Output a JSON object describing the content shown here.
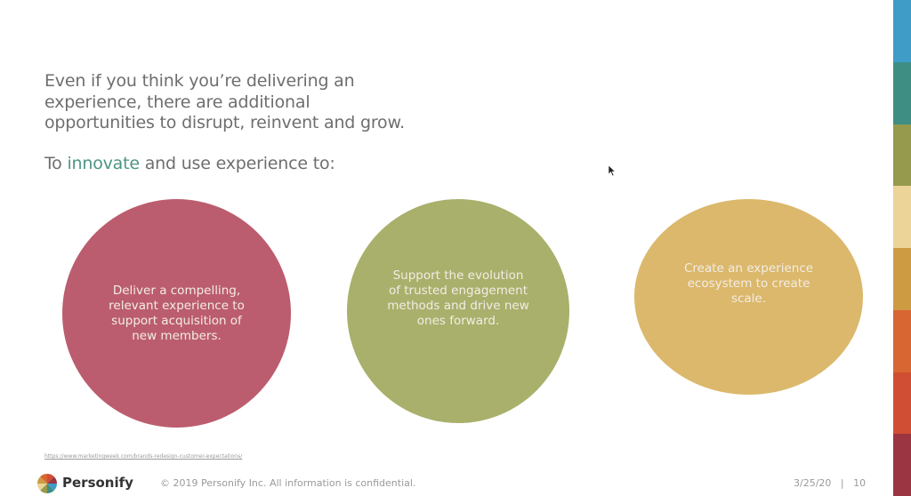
{
  "slide": {
    "headline_lines": [
      "Even if you think you’re delivering an",
      "experience, there are additional",
      "opportunities to disrupt, reinvent and grow."
    ],
    "sub_prefix": "To ",
    "sub_accent": "innovate",
    "sub_suffix": " and use experience to:",
    "accent_color": "#4d9584",
    "circles": [
      {
        "text": "Deliver a compelling, relevant experience to support acquisition of new members.",
        "color": "#bb5d6e"
      },
      {
        "text": "Support the evolution of trusted engagement methods and drive new ones forward.",
        "color": "#a9b06b"
      },
      {
        "text": "Create an experience ecosystem to create scale.",
        "color": "#dbb86b"
      }
    ],
    "footnote": "https://www.marketingweek.com/brands-redesign-customer-expectations/"
  },
  "footer": {
    "brand": "Personify",
    "copyright": "© 2019 Personify Inc. All information is confidential.",
    "date_page": "3/25/20   |   10"
  },
  "stripe_colors": [
    "#3f9cc6",
    "#3f8e84",
    "#959a4c",
    "#ecd398",
    "#cc9b42",
    "#d86633",
    "#d04e33",
    "#9b3541"
  ]
}
